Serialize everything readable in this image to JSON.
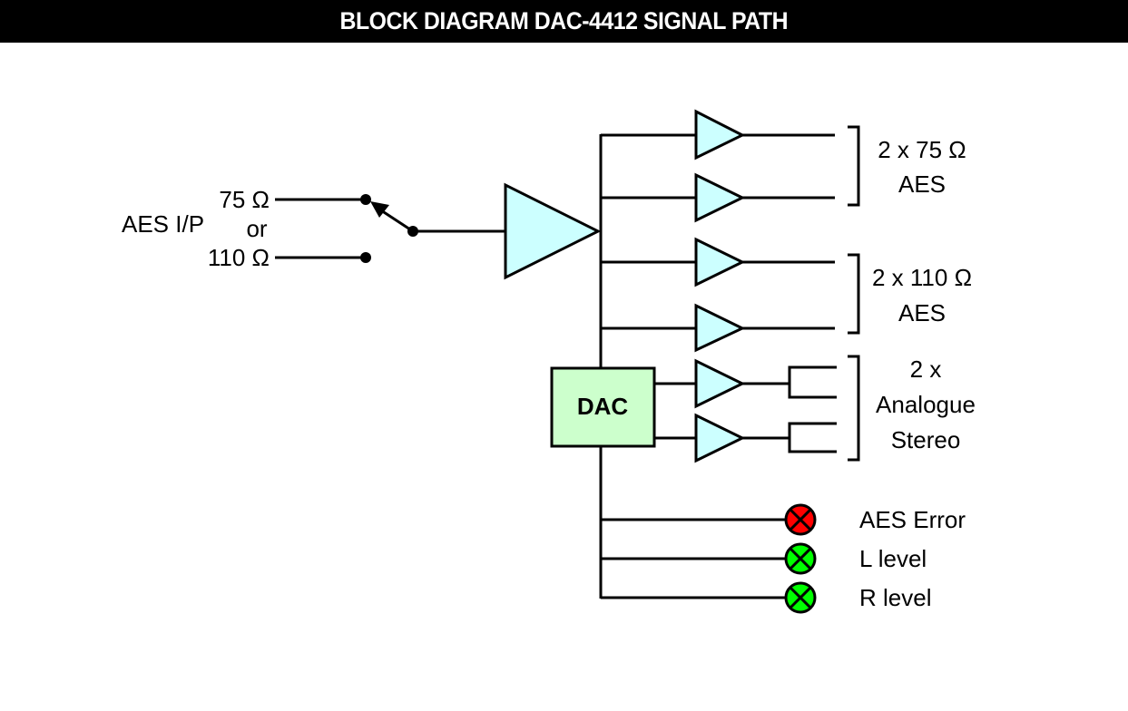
{
  "title": "BLOCK DIAGRAM DAC-4412 SIGNAL PATH",
  "colors": {
    "amplifier_fill": "#ccffff",
    "dac_fill": "#ccffcc",
    "led_error": "#ff0000",
    "led_ok": "#00ff00",
    "line": "#000000",
    "title_bg": "#000000",
    "title_fg": "#ffffff"
  },
  "input": {
    "label": "AES I/P",
    "option_a": "75 Ω",
    "or": "or",
    "option_b": "110 Ω",
    "switch_position": "75 Ω"
  },
  "dac": {
    "label": "DAC"
  },
  "outputs": {
    "aes_75": {
      "line1": "2 x 75 Ω",
      "line2": "AES"
    },
    "aes_110": {
      "line1": "2 x 110 Ω",
      "line2": "AES"
    },
    "analogue": {
      "line1": "2 x",
      "line2": "Analogue",
      "line3": "Stereo"
    }
  },
  "indicators": [
    {
      "label": "AES Error",
      "state": "error"
    },
    {
      "label": "L level",
      "state": "ok"
    },
    {
      "label": "R level",
      "state": "ok"
    }
  ]
}
